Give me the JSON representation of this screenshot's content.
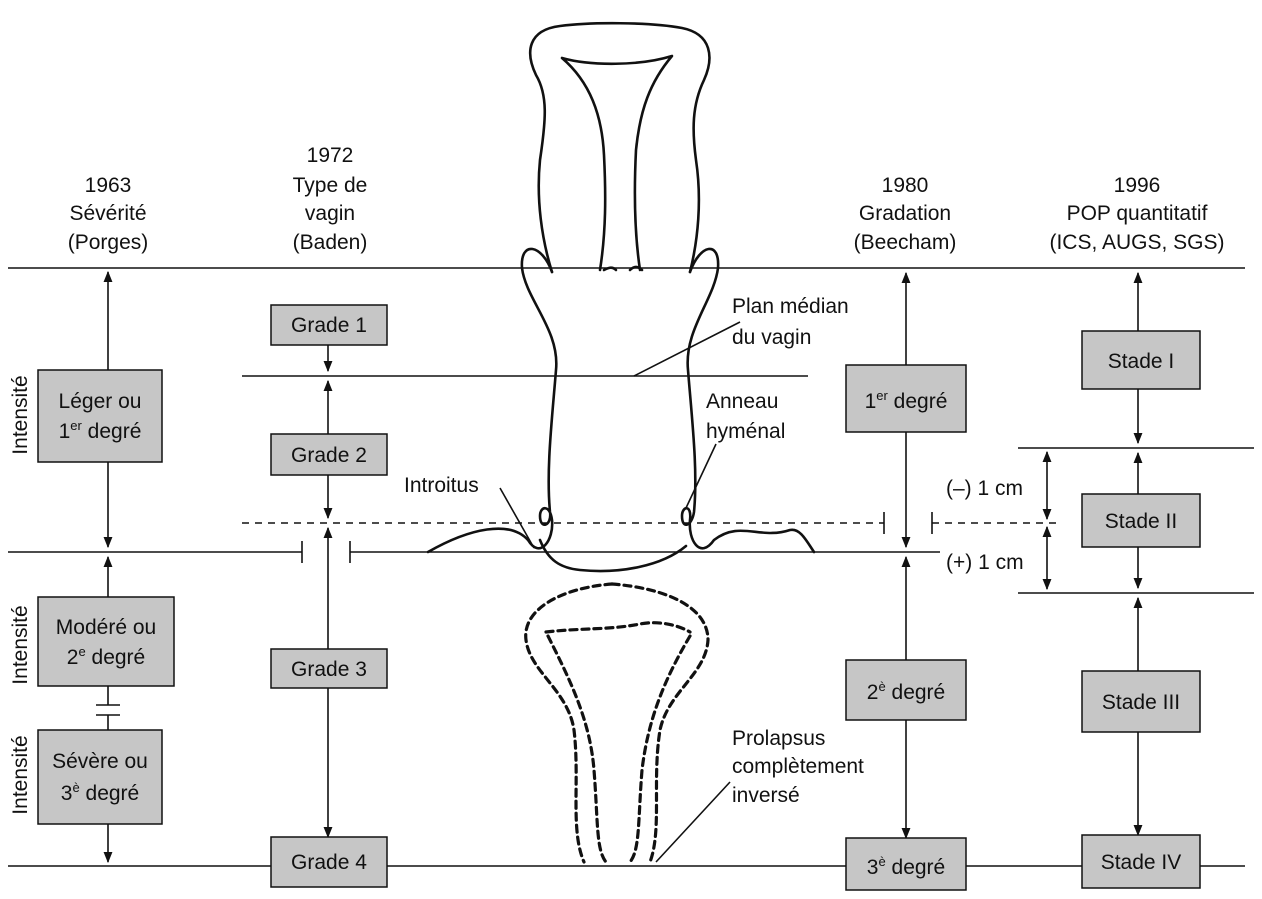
{
  "columns": {
    "porges": {
      "year": "1963",
      "title": "Sévérité",
      "source": "(Porges)"
    },
    "baden": {
      "year": "1972",
      "title1": "Type de",
      "title2": "vagin",
      "source": "(Baden)"
    },
    "beecham": {
      "year": "1980",
      "title": "Gradation",
      "source": "(Beecham)"
    },
    "pop": {
      "year": "1996",
      "title": "POP quantitatif",
      "source": "(ICS, AUGS, SGS)"
    }
  },
  "porges_boxes": [
    {
      "line1": "Léger ou",
      "line2_num": "1",
      "line2_sup": "er",
      "line2_rest": " degré",
      "side_label": "Intensité"
    },
    {
      "line1": "Modéré ou",
      "line2_num": "2",
      "line2_sup": "e",
      "line2_rest": " degré",
      "side_label": "Intensité"
    },
    {
      "line1": "Sévère ou",
      "line2_num": "3",
      "line2_sup": "è",
      "line2_rest": " degré",
      "side_label": "Intensité"
    }
  ],
  "baden_boxes": [
    "Grade 1",
    "Grade 2",
    "Grade 3",
    "Grade 4"
  ],
  "beecham_boxes": [
    {
      "num": "1",
      "sup": "er",
      "rest": " degré"
    },
    {
      "num": "2",
      "sup": "è",
      "rest": " degré"
    },
    {
      "num": "3",
      "sup": "è",
      "rest": " degré"
    }
  ],
  "pop_boxes": [
    "Stade I",
    "Stade II",
    "Stade III",
    "Stade IV"
  ],
  "annotations": {
    "plan_median_1": "Plan médian",
    "plan_median_2": "du vagin",
    "anneau_1": "Anneau",
    "anneau_2": "hyménal",
    "introitus": "Introitus",
    "prolapsus_1": "Prolapsus",
    "prolapsus_2": "complètement",
    "prolapsus_3": "inversé",
    "minus_1cm": "(–) 1 cm",
    "plus_1cm": "(+) 1 cm"
  }
}
